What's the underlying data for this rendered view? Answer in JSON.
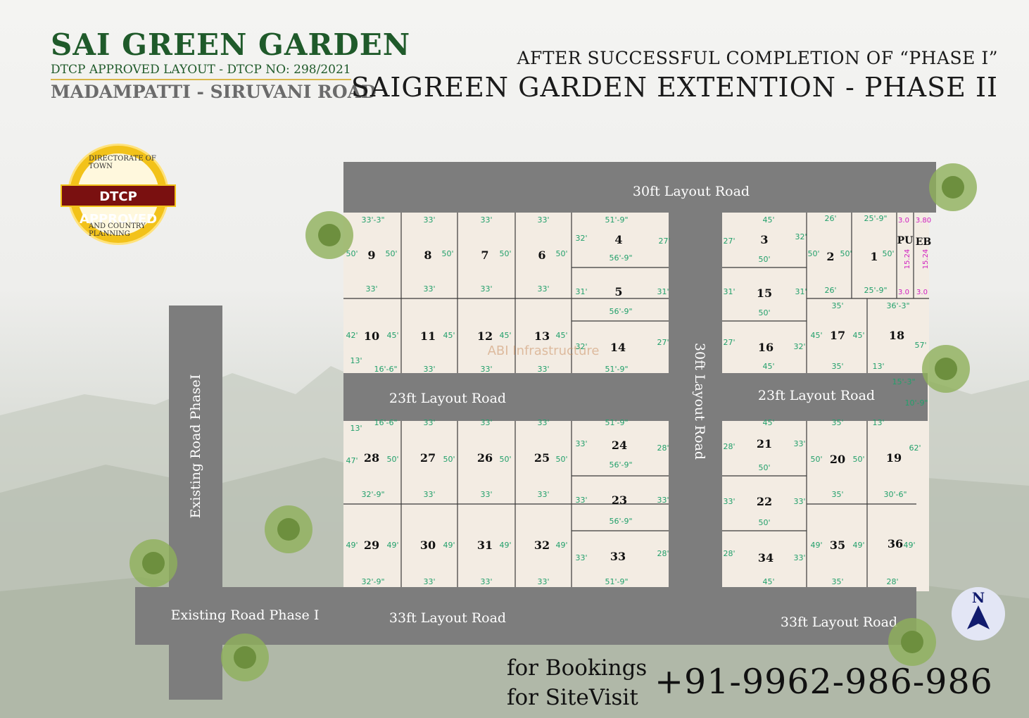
{
  "header": {
    "brand": "SAI GREEN GARDEN",
    "dtcp_line": "DTCP APPROVED LAYOUT - DTCP NO: 298/2021",
    "place": "MADAMPATTI - SIRUVANI ROAD",
    "subhead": "AFTER SUCCESSFUL COMPLETION OF “PHASE I”",
    "mainhead": "SAIGREEN GARDEN EXTENTION - PHASE II"
  },
  "badge": {
    "label": "DTCP APPROVED",
    "top_arc": "DIRECTORATE OF TOWN",
    "bottom_arc": "AND COUNTRY PLANNING"
  },
  "roads": {
    "top": "30ft Layout Road",
    "vertical": "30ft Layout Road",
    "mid_left": "23ft Layout Road",
    "mid_right": "23ft Layout Road",
    "bottom_left": "33ft Layout Road",
    "bottom_right": "33ft Layout Road",
    "existing_vertical": "Existing Road PhaseI",
    "existing_horizontal": "Existing Road Phase I"
  },
  "utility": {
    "pu": "PU",
    "eb": "EB"
  },
  "watermark": "ABI Infrastructure",
  "plots": [
    {
      "no": "9",
      "dims": [
        "33'-3\"",
        "50'",
        "33'",
        "50'"
      ]
    },
    {
      "no": "8",
      "dims": [
        "33'",
        "50'",
        "33'"
      ]
    },
    {
      "no": "7",
      "dims": [
        "33'",
        "50'",
        "33'"
      ]
    },
    {
      "no": "6",
      "dims": [
        "33'",
        "50'",
        "33'"
      ]
    },
    {
      "no": "4",
      "dims": [
        "51'-9\"",
        "32'",
        "56'-9\"",
        "27'"
      ]
    },
    {
      "no": "5",
      "dims": [
        "31'",
        "56'-9\"",
        "31'"
      ]
    },
    {
      "no": "3",
      "dims": [
        "45'",
        "27'",
        "32'",
        "50'"
      ]
    },
    {
      "no": "2",
      "dims": [
        "26'",
        "50'",
        "50'",
        "26'"
      ]
    },
    {
      "no": "1",
      "dims": [
        "25'-9\"",
        "50'",
        "25'-9\""
      ]
    },
    {
      "no": "15",
      "dims": [
        "31'",
        "31'",
        "50'"
      ]
    },
    {
      "no": "10",
      "dims": [
        "42'",
        "45'",
        "13'",
        "16'-6\""
      ]
    },
    {
      "no": "11",
      "dims": [
        "45'",
        "33'"
      ]
    },
    {
      "no": "12",
      "dims": [
        "45'",
        "33'"
      ]
    },
    {
      "no": "13",
      "dims": [
        "45'",
        "33'"
      ]
    },
    {
      "no": "14",
      "dims": [
        "32'",
        "27'",
        "51'-9\""
      ]
    },
    {
      "no": "16",
      "dims": [
        "27'",
        "32'",
        "45'"
      ]
    },
    {
      "no": "17",
      "dims": [
        "35'",
        "45'",
        "45'",
        "35'"
      ]
    },
    {
      "no": "18",
      "dims": [
        "36'-3\"",
        "57'",
        "13'",
        "15'-3\""
      ]
    },
    {
      "no": "28",
      "dims": [
        "13'",
        "16'-6\"",
        "47'",
        "50'",
        "32'-9\""
      ]
    },
    {
      "no": "27",
      "dims": [
        "33'",
        "50'",
        "33'"
      ]
    },
    {
      "no": "26",
      "dims": [
        "33'",
        "50'",
        "33'"
      ]
    },
    {
      "no": "25",
      "dims": [
        "33'",
        "50'",
        "33'"
      ]
    },
    {
      "no": "24",
      "dims": [
        "51'-9\"",
        "33'",
        "56'-9\"",
        "28'"
      ]
    },
    {
      "no": "23",
      "dims": [
        "33'",
        "56'-9\"",
        "33'"
      ]
    },
    {
      "no": "21",
      "dims": [
        "45'",
        "28'",
        "33'",
        "50'"
      ]
    },
    {
      "no": "20",
      "dims": [
        "35'",
        "50'",
        "50'",
        "35'"
      ]
    },
    {
      "no": "19",
      "dims": [
        "13'",
        "10'-9\"",
        "62'",
        "30'-6\""
      ]
    },
    {
      "no": "22",
      "dims": [
        "33'",
        "33'",
        "50'"
      ]
    },
    {
      "no": "29",
      "dims": [
        "49'",
        "49'",
        "32'-9\""
      ]
    },
    {
      "no": "30",
      "dims": [
        "49'",
        "33'"
      ]
    },
    {
      "no": "31",
      "dims": [
        "49'",
        "33'"
      ]
    },
    {
      "no": "32",
      "dims": [
        "49'",
        "33'"
      ]
    },
    {
      "no": "33",
      "dims": [
        "33'",
        "28'",
        "51'-9\""
      ]
    },
    {
      "no": "34",
      "dims": [
        "28'",
        "33'",
        "45'"
      ]
    },
    {
      "no": "35",
      "dims": [
        "49'",
        "49'",
        "35'"
      ]
    },
    {
      "no": "36",
      "dims": [
        "49'",
        "28'"
      ]
    }
  ],
  "utility_dims": [
    "3.0",
    "3.80",
    "15.24",
    "15.24",
    "3.0",
    "3.0"
  ],
  "footer": {
    "bookings": "for Bookings",
    "sitevisit": "for SiteVisit",
    "phone": "+91-9962-986-986"
  },
  "compass": "N",
  "colors": {
    "road": "#7d7d7d",
    "plot": "#f3ece3",
    "dim_text": "#22a06b",
    "utility_dim": "#d020c0",
    "brand_green": "#1f5a2a"
  }
}
